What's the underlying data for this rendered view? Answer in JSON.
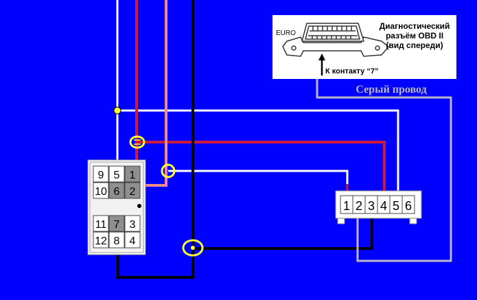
{
  "obd": {
    "euro_label": "EURO",
    "title_line1": "Диагностический",
    "title_line2": "разъём OBD II",
    "title_line3": "(вид спереди)",
    "pin_arrow_label": "К контакту “7”"
  },
  "gray_wire_label": "Серый провод",
  "left_connector": {
    "top_block": [
      [
        "9",
        "5",
        "1"
      ],
      [
        "10",
        "6",
        "2"
      ]
    ],
    "bottom_block": [
      [
        "11",
        "7",
        "3"
      ],
      [
        "12",
        "8",
        "4"
      ]
    ]
  },
  "right_connector": {
    "pins": [
      "1",
      "2",
      "3",
      "4",
      "5",
      "6"
    ]
  },
  "colors": {
    "background": "#0000ff",
    "wire_white": "#ffffff",
    "wire_black": "#000000",
    "wire_red": "#cc1a3a",
    "wire_pink": "#f08a8a",
    "wire_gray": "#b8b8c8",
    "marker_yellow": "#ffff33",
    "pin_gray": "#8f8f8f"
  }
}
